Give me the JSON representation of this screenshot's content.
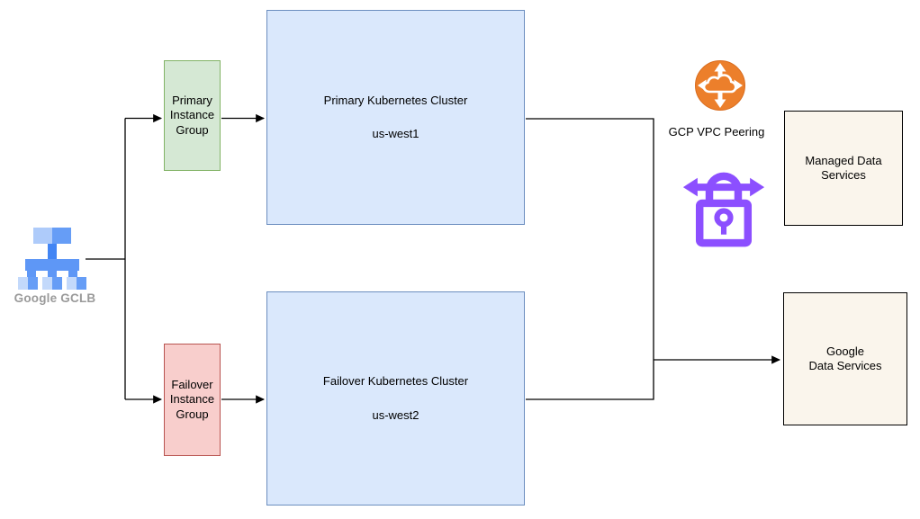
{
  "diagram": {
    "gclb": {
      "label": "Google GCLB"
    },
    "primary_instance_group": {
      "label": "Primary\nInstance\nGroup"
    },
    "failover_instance_group": {
      "label": "Failover\nInstance\nGroup"
    },
    "primary_cluster": {
      "title": "Primary Kubernetes Cluster",
      "region": "us-west1"
    },
    "failover_cluster": {
      "title": "Failover Kubernetes Cluster",
      "region": "us-west2"
    },
    "vpc_peering": {
      "label": "GCP VPC Peering"
    },
    "managed_data_services": {
      "label": "Managed Data\nServices"
    },
    "google_data_services": {
      "label": "Google\nData Services"
    },
    "colors": {
      "green_fill": "#d5e8d4",
      "green_stroke": "#82b366",
      "red_fill": "#f8cecc",
      "red_stroke": "#b85450",
      "blue_fill": "#dae8fc",
      "blue_stroke": "#6c8ebf",
      "cream_fill": "#faf5ec",
      "cream_stroke": "#000000",
      "connector": "#000000",
      "vpc_peering_orange": "#ec7f2b",
      "lock_purple": "#8c4fff",
      "gclb_light_blue": "#aecbfa",
      "gclb_medium_blue": "#669df6",
      "gclb_bright_blue": "#4285f4",
      "gclb_label_gray": "#9a9a9a"
    }
  }
}
